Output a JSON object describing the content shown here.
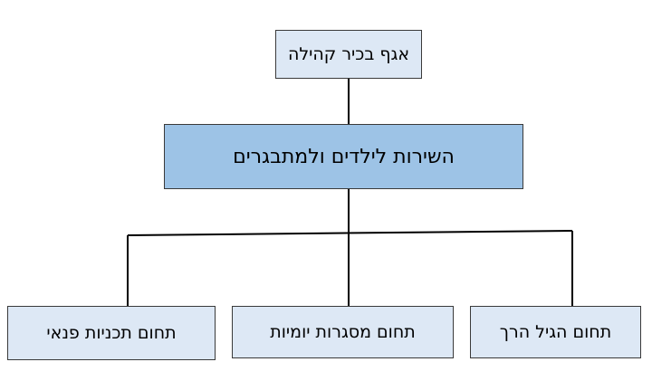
{
  "org_chart": {
    "top": {
      "label": "אגף בכיר קהילה"
    },
    "center": {
      "label": "השירות לילדים ולמתבגרים"
    },
    "children": [
      {
        "label": "תחום תכניות פנאי"
      },
      {
        "label": "תחום מסגרות יומיות"
      },
      {
        "label": "תחום הגיל הרך"
      }
    ]
  },
  "colors": {
    "center_fill": "#9dc3e6",
    "node_fill": "#dde8f5",
    "border": "#3a3a3a",
    "connector": "#000000"
  }
}
